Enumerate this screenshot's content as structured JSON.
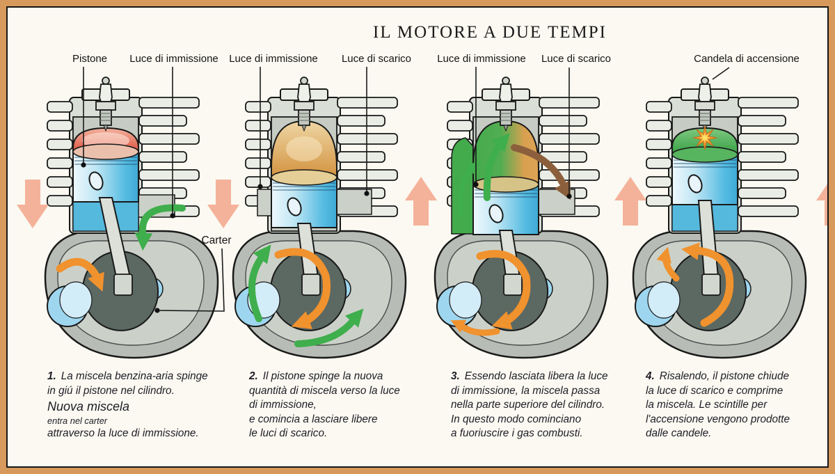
{
  "title": "IL MOTORE A DUE TEMPI",
  "labels": [
    {
      "text": "Pistone"
    },
    {
      "text": "Luce di immissione"
    },
    {
      "text": "Luce di immissione"
    },
    {
      "text": "Luce di scarico"
    },
    {
      "text": "Luce di immissione"
    },
    {
      "text": "Luce di scarico"
    },
    {
      "text": "Candela di accensione"
    },
    {
      "text": "Carter"
    }
  ],
  "stages": [
    {
      "number": "1.",
      "lines": [
        {
          "text": "La miscela benzina-aria spinge"
        },
        {
          "text": "in giú il pistone nel cilindro."
        },
        {
          "text": "Nuova miscela",
          "size": "large"
        },
        {
          "text": "entra nel carter",
          "size": "small"
        },
        {
          "text": "attraverso la luce di immissione."
        }
      ]
    },
    {
      "number": "2.",
      "lines": [
        {
          "text": "Il pistone spinge la nuova"
        },
        {
          "text": "quantità di miscela verso la luce"
        },
        {
          "text": "di immissione,"
        },
        {
          "text": "e comincia a lasciare libere"
        },
        {
          "text": "le luci di scarico."
        }
      ]
    },
    {
      "number": "3.",
      "lines": [
        {
          "text": "Essendo lasciata libera la luce"
        },
        {
          "text": "di immissione, la miscela passa"
        },
        {
          "text": "nella parte superiore del cilindro."
        },
        {
          "text": "In questo modo cominciano"
        },
        {
          "text": "a fuoriuscire i gas combusti."
        }
      ]
    },
    {
      "number": "4.",
      "lines": [
        {
          "text": "Risalendo, il pistone chiude"
        },
        {
          "text": "la luce di scarico e comprime"
        },
        {
          "text": "la miscela. Le scintille per"
        },
        {
          "text": "l'accensione vengono prodotte"
        },
        {
          "text": "dalle candele."
        }
      ]
    }
  ],
  "colors": {
    "frame_border": "#d89a5c",
    "background": "#fbf9f1",
    "ink": "#191919",
    "metal_light": "#e9ede5",
    "metal_block": "#d9ded6",
    "metal_inner": "#c6ccc4",
    "case_wall": "#b7bdb6",
    "case_cavity": "#cbd1c9",
    "flywheel": "#5c6862",
    "piston_blue": "#55bbe2",
    "mixture_blue": "#55b8dd",
    "crank_blue": "#9fd6ef",
    "crank_blue_light": "#d2ecf8",
    "dome_red": "#dd5340",
    "dome_red_light": "#f2b39e",
    "dome_amber": "#d3923f",
    "dome_amber_light": "#eed6a4",
    "dome_green": "#44ab4c",
    "dome_green_light": "#7dc97f",
    "arrow_green": "#3fae4c",
    "arrow_orange": "#f0922e",
    "arrow_brown": "#8b5f3c",
    "arrow_salmon": "#f5b29a",
    "spark_yellow": "#fde069",
    "spark_orange": "#f49b2e"
  }
}
